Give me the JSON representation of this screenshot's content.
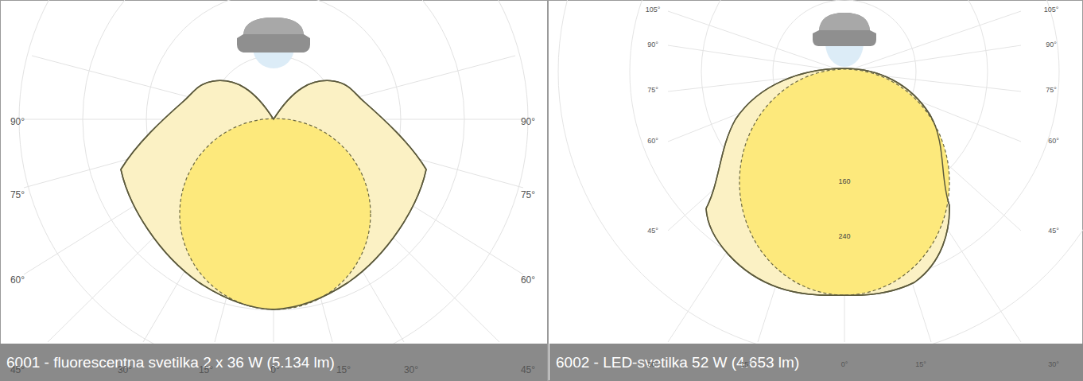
{
  "diagram": {
    "nodes": [
      {
        "text": [
          "6001 - fluorescentna svetilka 2 x 36 W (5.134 lm)"
        ]
      },
      {
        "text": [
          "6002 - LED-svetilka 52 W (4.653 lm)"
        ]
      }
    ],
    "labels": [
      "90°",
      "90°",
      "75°",
      "75°",
      "60°",
      "60°",
      "45°",
      "30°",
      "15°",
      "0°",
      "15°",
      "30°",
      "45°",
      "105°",
      "105°",
      "90°",
      "90°",
      "75°",
      "75°",
      "60°",
      "60°",
      "45°",
      "45°",
      "160",
      "240",
      "30°",
      "15°",
      "0°",
      "15°",
      "30°"
    ]
  }
}
